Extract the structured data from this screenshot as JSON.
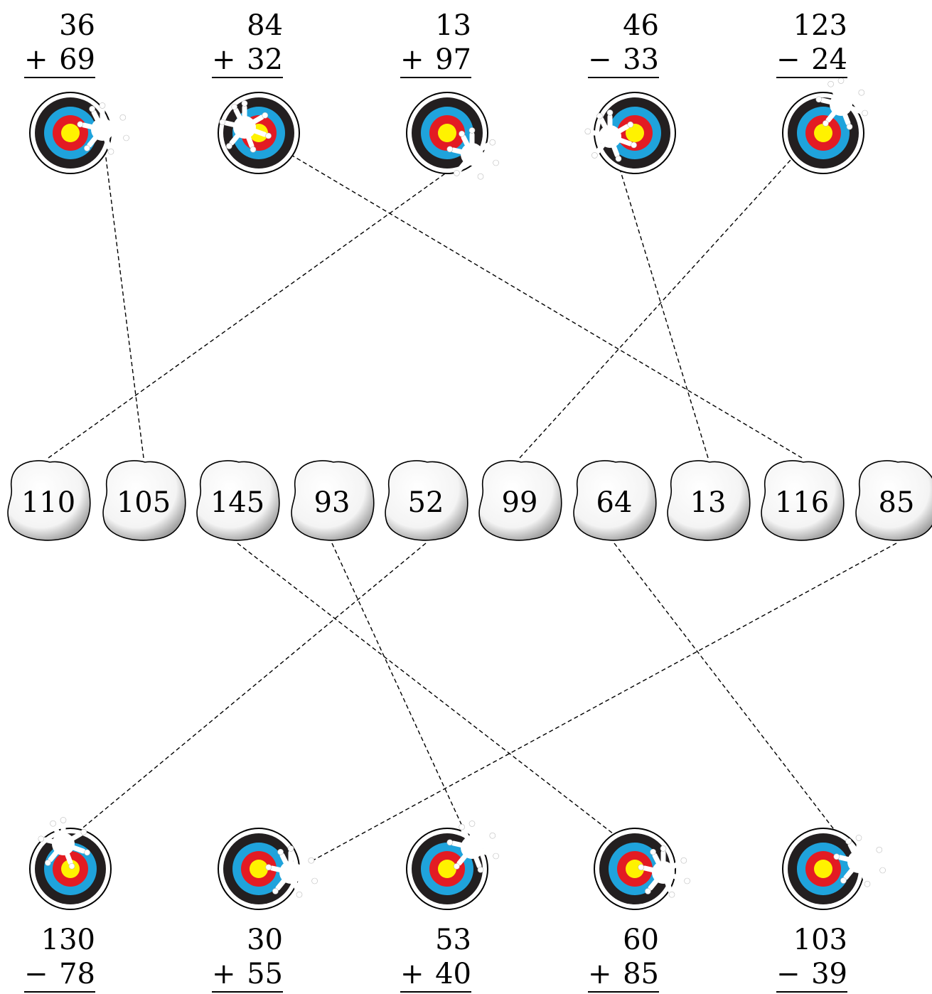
{
  "top_problems": [
    {
      "a": "36",
      "op": "+",
      "b": "69"
    },
    {
      "a": "84",
      "op": "+",
      "b": "32"
    },
    {
      "a": "13",
      "op": "+",
      "b": "97"
    },
    {
      "a": "46",
      "op": "−",
      "b": "33"
    },
    {
      "a": "123",
      "op": "−",
      "b": "24"
    }
  ],
  "bottom_problems": [
    {
      "a": "130",
      "op": "−",
      "b": "78"
    },
    {
      "a": "30",
      "op": "+",
      "b": "55"
    },
    {
      "a": "53",
      "op": "+",
      "b": "40"
    },
    {
      "a": "60",
      "op": "+",
      "b": "85"
    },
    {
      "a": "103",
      "op": "−",
      "b": "39"
    }
  ],
  "answers": [
    "110",
    "105",
    "145",
    "93",
    "52",
    "99",
    "64",
    "13",
    "116",
    "85"
  ],
  "colors": {
    "ring_outer": "#231f20",
    "ring_blue": "#1fa3dc",
    "ring_red": "#e31b23",
    "ring_yellow": "#fff200",
    "line": "#000000"
  }
}
